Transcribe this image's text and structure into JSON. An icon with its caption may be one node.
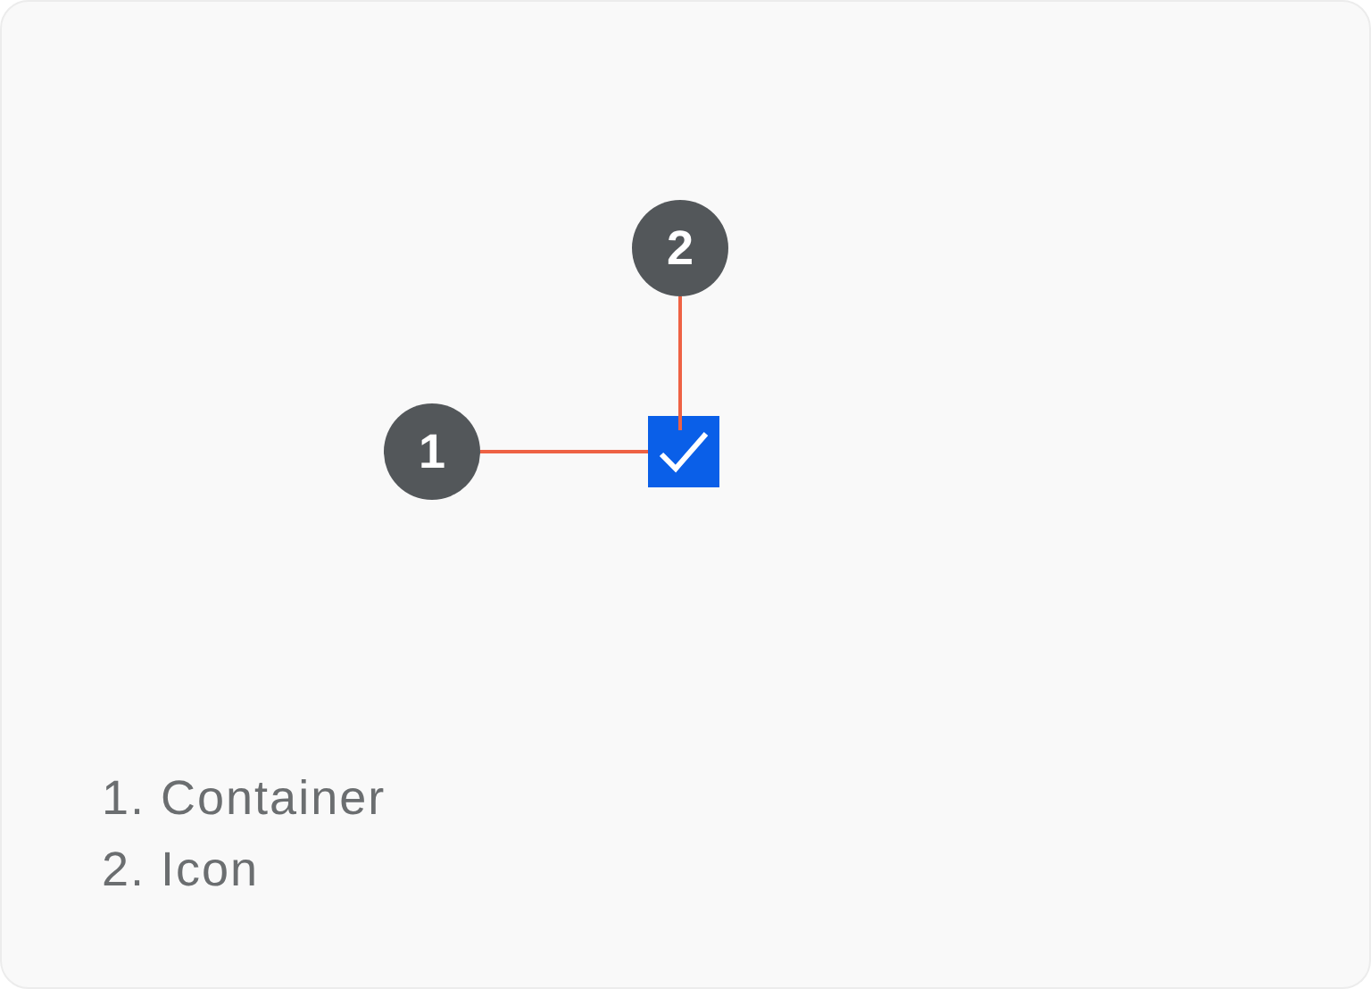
{
  "diagram": {
    "nodes": [
      {
        "text": [
          "1"
        ]
      },
      {
        "text": [
          "2"
        ]
      },
      {
        "text": [],
        "shape": "box"
      },
      {
        "text": [],
        "shape": "check",
        "in": 2
      }
    ],
    "edges": [
      {
        "from": 0,
        "to": 2,
        "arrow": "none"
      },
      {
        "from": 1,
        "to": 3,
        "arrow": "none"
      }
    ],
    "labels": [
      "1. Container",
      "2. Icon"
    ]
  }
}
